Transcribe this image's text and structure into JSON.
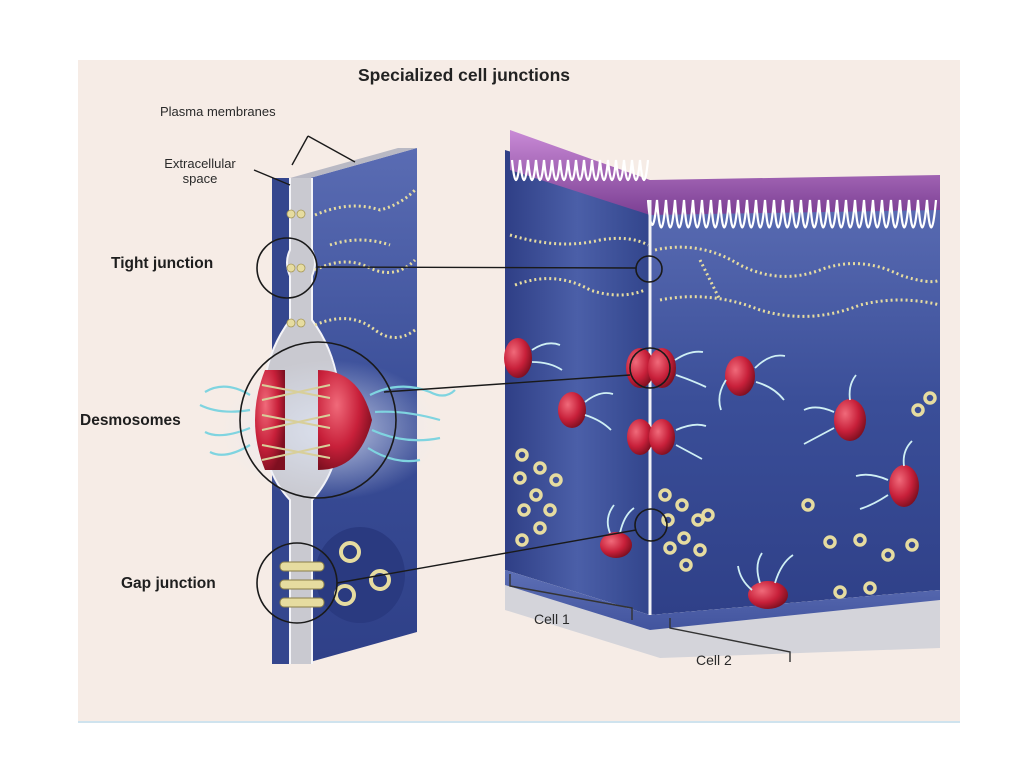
{
  "title": "Specialized cell junctions",
  "labels": {
    "plasma_membranes": "Plasma membranes",
    "extracellular_space_line1": "Extracellular",
    "extracellular_space_line2": "space",
    "tight_junction": "Tight junction",
    "desmosomes": "Desmosomes",
    "gap_junction": "Gap junction",
    "cell1": "Cell 1",
    "cell2": "Cell 2"
  },
  "colors": {
    "cell_blue": "#36498f",
    "desmosome_red": "#c8203a",
    "junction_bead": "#e6dca0",
    "filament_cyan": "#7fd4e0",
    "microvilli_purple": "#9a5ba8",
    "panel_background": "#f6ece6"
  }
}
